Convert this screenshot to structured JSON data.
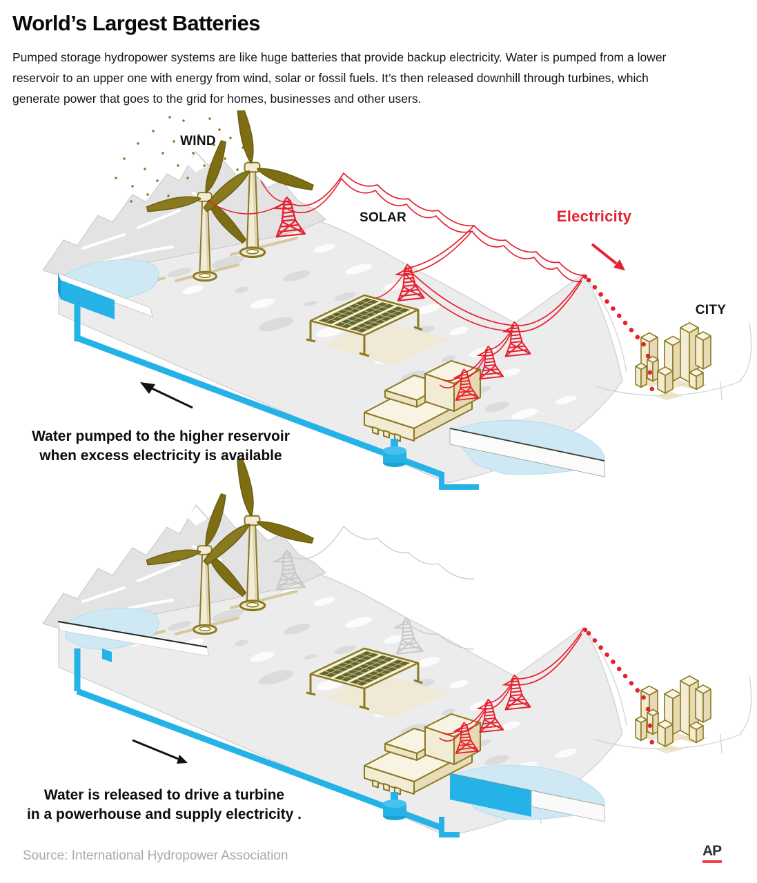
{
  "header": {
    "title": "World’s Largest Batteries",
    "intro": "Pumped storage hydropower systems are like huge batteries that provide backup electricity. Water is pumped from a lower\nreservoir to an upper one with energy from wind, solar or fossil fuels. It’s then released downhill through turbines, which\ngenerate power that goes to the grid for homes, businesses and other users."
  },
  "diagram_pumping": {
    "wind_label": "WIND",
    "solar_label": "SOLAR",
    "electricity_label": "Electricity",
    "city_label": "CITY",
    "caption": "Water pumped to the higher reservoir\nwhen excess electricity is available"
  },
  "diagram_releasing": {
    "caption": "Water is released to drive a turbine\nin a powerhouse and supply electricity ."
  },
  "footer": {
    "source": "Source: International Hydropower Association",
    "logo": "AP"
  },
  "colors": {
    "electric_red": "#e6202f",
    "pipe_cyan": "#25b2e6",
    "water_pale": "#cfe9f4",
    "structure_olive": "#8a7a1f",
    "terrain_gray": "#ececec"
  }
}
